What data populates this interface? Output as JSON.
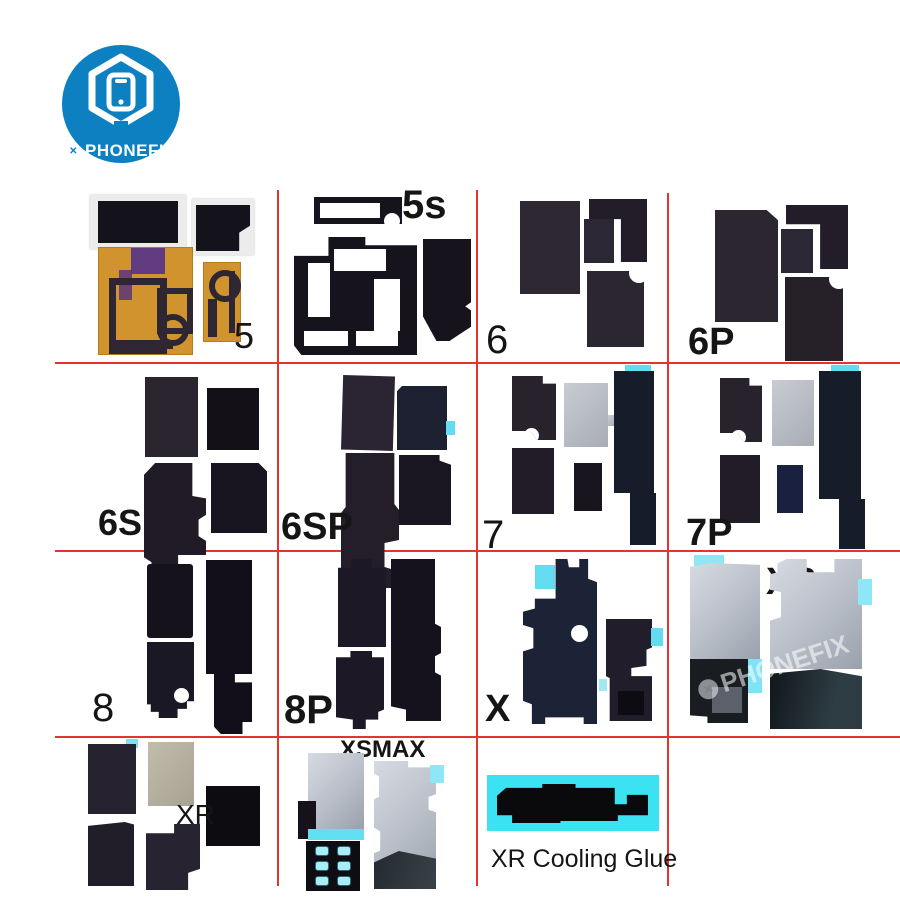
{
  "logo": {
    "brand": "PHONEFIX",
    "x_glyph": "✕",
    "bg_color": "#0d80c1"
  },
  "watermark": {
    "text": "PHONEFIX",
    "x_glyph": "✕"
  },
  "colors": {
    "grid_line": "#e23530",
    "cyan_tab": "#63dcf2",
    "glue_backing_cyan": "#3ce1f2",
    "gold_flex": "#d0932e",
    "sticker_black": "#1a1722",
    "sticker_navy": "#1c2336",
    "metal_gray": "#b8bec8"
  },
  "cells": [
    {
      "id": "iphone-5",
      "label": "5"
    },
    {
      "id": "iphone-5s",
      "label": "5s"
    },
    {
      "id": "iphone-6",
      "label": "6"
    },
    {
      "id": "iphone-6p",
      "label": "6P"
    },
    {
      "id": "iphone-6s",
      "label": "6S"
    },
    {
      "id": "iphone-6sp",
      "label": "6SP"
    },
    {
      "id": "iphone-7",
      "label": "7"
    },
    {
      "id": "iphone-7p",
      "label": "7P"
    },
    {
      "id": "iphone-8",
      "label": "8"
    },
    {
      "id": "iphone-8p",
      "label": "8P"
    },
    {
      "id": "iphone-x",
      "label": "X"
    },
    {
      "id": "iphone-xs",
      "label": "XS"
    },
    {
      "id": "iphone-xr",
      "label": "XR"
    },
    {
      "id": "iphone-xsmax",
      "label": "XSMAX"
    },
    {
      "id": "xr-cooling-glue",
      "label": "XR Cooling Glue"
    }
  ]
}
